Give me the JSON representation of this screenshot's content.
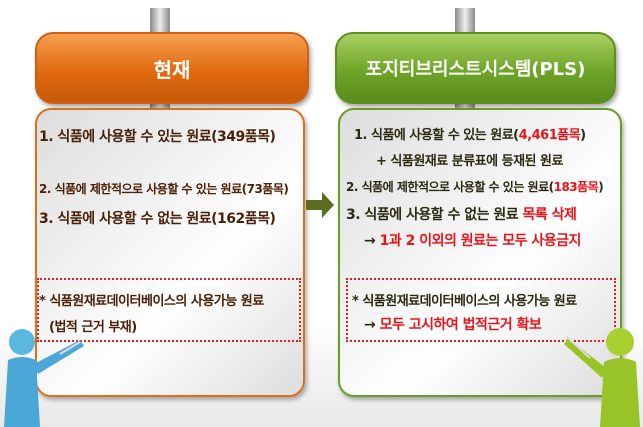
{
  "left": {
    "title": "현재",
    "item1": "1. 식품에 사용할 수 있는 원료(349품목)",
    "item2": "2. 식품에 제한적으로 사용할 수 있는 원료(73품목)",
    "item3": "3. 식품에 사용할 수 없는 원료(162품목)",
    "note1": "* 식품원재료데이터베이스의 사용가능 원료",
    "note2": "(법적 근거 부재)"
  },
  "right": {
    "title": "포지티브리스트시스템(PLS)",
    "item1_prefix": "1.   식품에 사용할 수 있는 원료(",
    "item1_count": "4,461품목",
    "item1_suffix": ")",
    "item1_sub": "+ 식품원재료 분류표에 등재된 원료",
    "item2_prefix": "2. 식품에 제한적으로 사용할 수 있는 원료(",
    "item2_count": "183품목",
    "item2_suffix": ")",
    "item3_prefix": "3. 식품에 사용할 수 없는 원료 ",
    "item3_red": "목록 삭제",
    "item3_sub_arrow": "→ ",
    "item3_sub": "1과 2 이외의 원료는 모두 사용금지",
    "note1": "* 식품원재료데이터베이스의 사용가능 원료",
    "note2_arrow": "→  ",
    "note2": "모두 고시하여 법적근거 확보"
  },
  "colors": {
    "orange": "#e06a10",
    "green": "#6ea428",
    "red": "#e8141c"
  }
}
